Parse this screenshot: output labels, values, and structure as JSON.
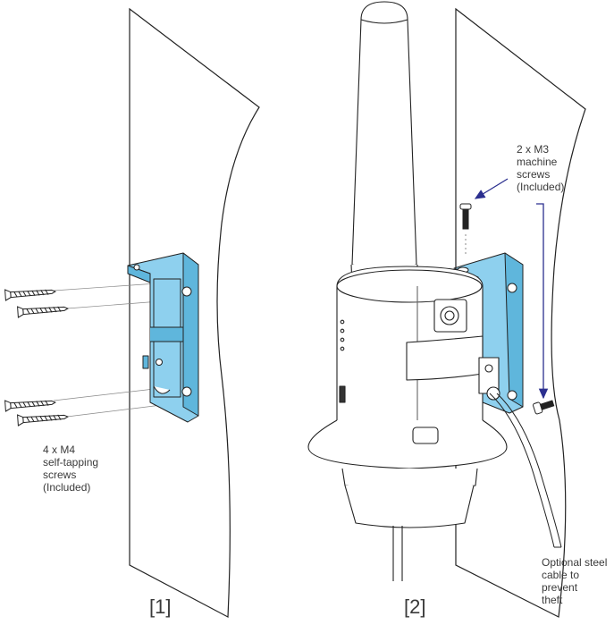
{
  "colors": {
    "bracket": "#8ed0ee",
    "bracket_dark": "#5fb6dc",
    "line": "#222222",
    "arrow": "#2b2f8f"
  },
  "labels": {
    "m4": [
      "4 x M4",
      "self-tapping",
      "screws",
      "(Included)"
    ],
    "m3": [
      "2 x M3",
      "machine",
      "screws",
      "(Included)"
    ],
    "cable": [
      "Optional steel",
      "cable to",
      "prevent",
      "theft"
    ]
  },
  "steps": {
    "one": "[1]",
    "two": "[2]"
  },
  "icons": [
    "wood-screw-icon",
    "machine-screw-icon",
    "wall-bracket-icon",
    "antenna-icon",
    "arrow-icon"
  ]
}
